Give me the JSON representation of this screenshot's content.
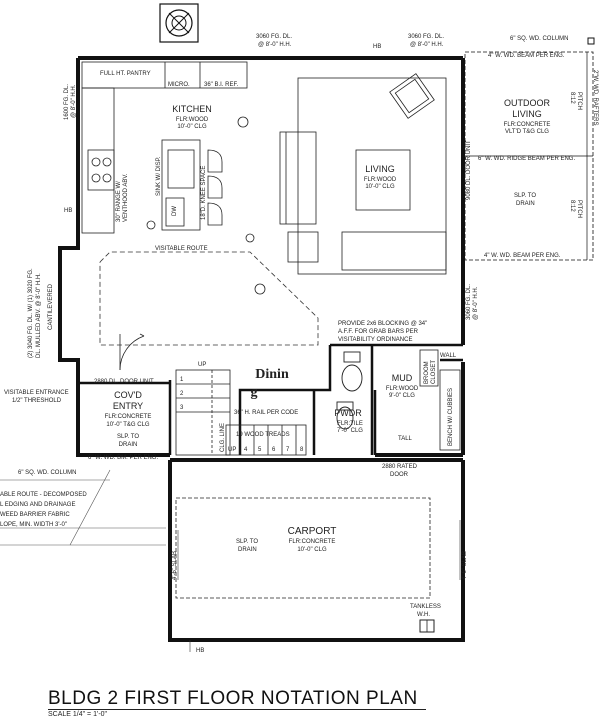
{
  "title": "BLDG 2 FIRST FLOOR NOTATION PLAN",
  "scale": "SCALE 1/4\" = 1'-0\"",
  "rooms": {
    "kitchen": {
      "name": "KITCHEN",
      "flr": "FLR:WOOD",
      "clg": "10'-0\" CLG"
    },
    "living": {
      "name": "LIVING",
      "flr": "FLR:WOOD",
      "clg": "10'-0\" CLG"
    },
    "outdoor": {
      "name": "OUTDOOR",
      "name2": "LIVING",
      "flr": "FLR:CONCRETE",
      "clg": "VLT'D T&G CLG"
    },
    "dining": {
      "name": "Dinin",
      "name2": "g"
    },
    "entry": {
      "name": "COV'D",
      "name2": "ENTRY",
      "flr": "FLR:CONCRETE",
      "clg": "10'-0\" T&G CLG",
      "slp": "SLP. TO",
      "drain": "DRAIN"
    },
    "mud": {
      "name": "MUD",
      "flr": "FLR:WOOD",
      "clg": "9'-0\" CLG"
    },
    "pwdr": {
      "name": "PWDR",
      "flr": "FLR:TILE",
      "clg": "7'-0\" CLG"
    },
    "carport": {
      "name": "CARPORT",
      "flr": "FLR:CONCRETE",
      "clg": "10'-0\" CLG"
    }
  },
  "notes": {
    "door_top_left": "3060 FG. DL.",
    "door_top_left2": "@ 8'-0\" H.H.",
    "hb_top": "HB",
    "door_top_right": "3060 FG. DL.",
    "door_top_right2": "@ 8'-0\" H.H.",
    "column_top": "6\" SQ. WD. COLUMN",
    "beam_top": "4\" W. WD. BEAM PER ENG.",
    "ridge_beam": "6\" W. WD. RIDGE BEAM PER ENG.",
    "beam_bottom": "4\" W. WD. BEAM PER ENG.",
    "pitch1": "8:12",
    "pitch1b": "PITCH",
    "pitch2": "8:12",
    "pitch2b": "PITCH",
    "slp_outdoor": "SLP. TO",
    "slp_outdoor2": "DRAIN",
    "door_unit": "9080 DL. DOOR UNIT",
    "rafters": "2\"W. WD. RAFTERS",
    "pantry": "FULL HT. PANTRY",
    "micro": "MICRO.",
    "ref": "36\" B.I. REF.",
    "left_window": "1600 FG. DL.",
    "left_window2": "@ 8'-0\" H.H.",
    "range": "30\" RANGE W/",
    "range2": "VENTHOOD ABV.",
    "sink": "SINK W/ DISP.",
    "dw": "DW",
    "knee": "18\"D. KNEE SPACE",
    "hb_left": "HB",
    "visitable_route": "VISITABLE ROUTE",
    "cantilevered": "CANTILEVERED",
    "left_wall_window": "(2) 3040 FG. DL. W/ (1) 3020 FG.",
    "left_wall_window2": "DL. MULLED ABV. @ 8'-0\" H.H.",
    "right_window": "3060 FG. DL.",
    "right_window2": "@ 8'-0\" H.H.",
    "blocking1": "PROVIDE 2x6 BLOCKING @ 34\"",
    "blocking2": "A.F.F. FOR GRAB BARS PER",
    "blocking3": "VISITABILITY ORDINANCE",
    "door_2880_top": "2880 DL. DOOR UNIT",
    "visitable_entrance": "VISITABLE ENTRANCE",
    "threshold": "1/2\" THRESHOLD",
    "up": "UP",
    "stair_rail": "36\" H. RAIL PER CODE",
    "wood_treads": "19 WOOD TREADS",
    "clg_line": "CLG. LINE",
    "stair_numbers": [
      "1",
      "2",
      "3"
    ],
    "tread_numbers": [
      "UP",
      "4",
      "5",
      "6",
      "7",
      "8"
    ],
    "bench": "BENCH W/ CUBBIES",
    "broom": "BROOM",
    "closet": "CLOSET",
    "wall": "WALL",
    "tall": "TALL",
    "rated_door": "2880 RATED",
    "rated_door2": "DOOR",
    "column_left": "6\" SQ. WD. COLUMN",
    "beam_left": "6\" W. WD. BM. PER ENG.",
    "visitable_route2": "ABLE ROUTE - DECOMPOSED",
    "visitable_route3": "L EDGING AND DRAINAGE",
    "visitable_route4": "WEED BARRIER FABRIC",
    "visitable_route5": "LOPE, MIN. WIDTH 3'-0\"",
    "carport_slp": "SLP. TO",
    "carport_drain": "DRAIN",
    "tankless": "TANKLESS",
    "tankless2": "W.H.",
    "hb_bottom": "HB",
    "side_label_left": "4'-6\" SLAB",
    "side_label_right": "4'-6\" SLAB"
  }
}
